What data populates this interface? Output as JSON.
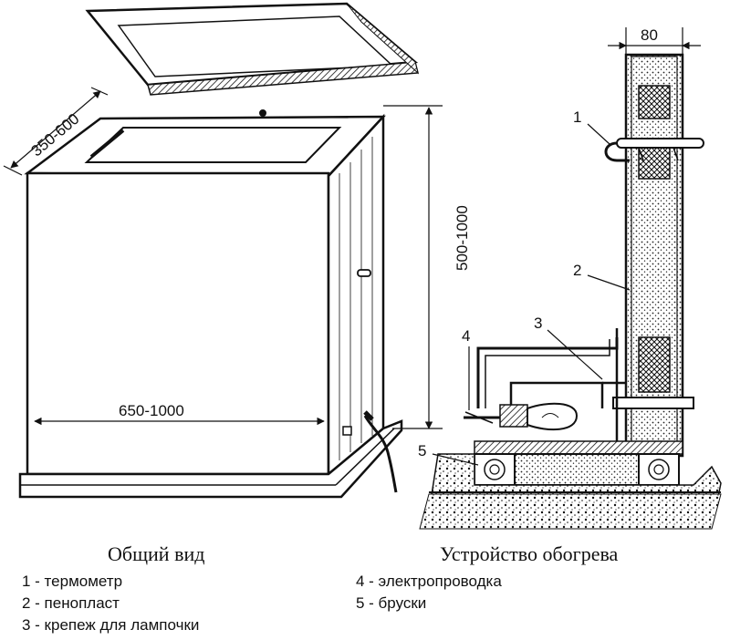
{
  "captions": {
    "general_view": "Общий вид",
    "heating_device": "Устройство обогрева"
  },
  "dimensions": {
    "depth": "350-600",
    "height": "500-1000",
    "width": "650-1000",
    "wall": "80"
  },
  "callouts": [
    "1",
    "2",
    "3",
    "4",
    "5"
  ],
  "legend": [
    "1 - термометр",
    "2 - пенопласт",
    "3 - крепеж для лампочки",
    "4 - электропроводка",
    "5 - бруски"
  ]
}
